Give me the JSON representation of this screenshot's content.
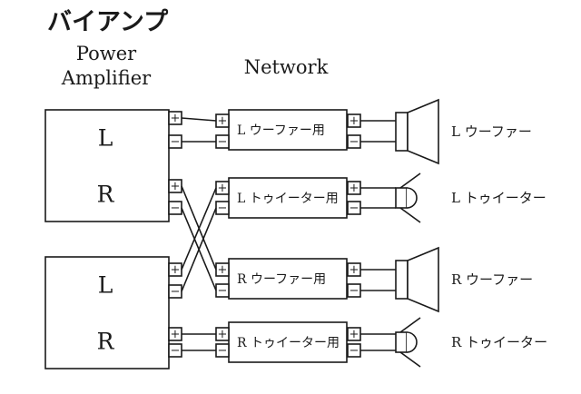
{
  "title": "バイアンプ",
  "headers": {
    "amplifier_line1": "Power",
    "amplifier_line2": "Amplifier",
    "network": "Network"
  },
  "amplifiers": [
    {
      "channels": [
        "L",
        "R"
      ]
    },
    {
      "channels": [
        "L",
        "R"
      ]
    }
  ],
  "terminals": {
    "plus": "+",
    "minus": "−"
  },
  "networks": [
    {
      "label": "L ウーファー用"
    },
    {
      "label": "L トゥイーター用"
    },
    {
      "label": "R ウーファー用"
    },
    {
      "label": "R トゥイーター用"
    }
  ],
  "speakers": [
    {
      "type": "woofer",
      "label": "L ウーファー"
    },
    {
      "type": "tweeter",
      "label": "L トゥイーター"
    },
    {
      "type": "woofer",
      "label": "R ウーファー"
    },
    {
      "type": "tweeter",
      "label": "R トゥイーター"
    }
  ],
  "colors": {
    "line": "#1a1a1a",
    "background": "#ffffff"
  }
}
